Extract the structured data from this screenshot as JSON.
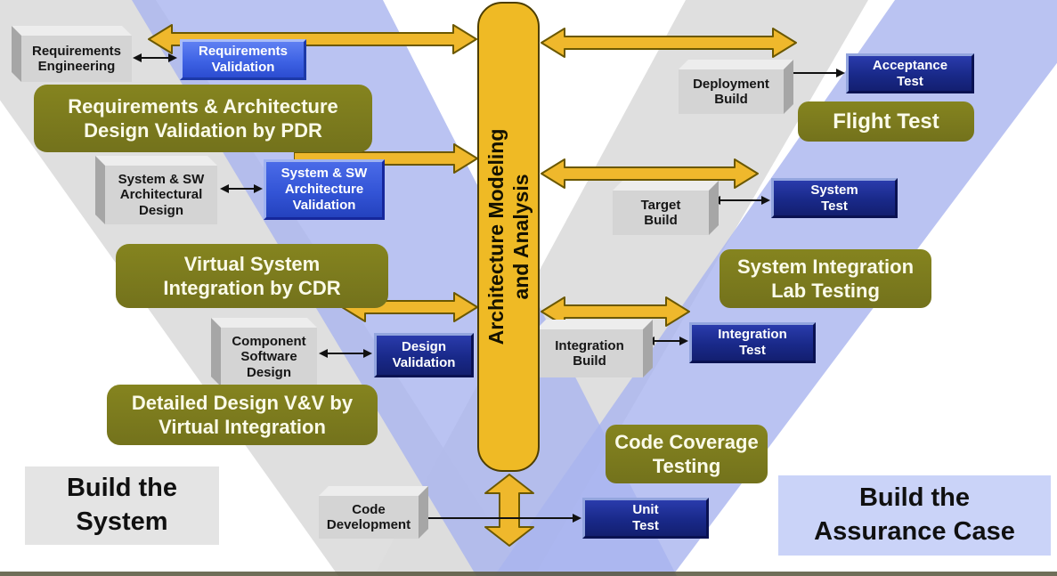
{
  "diagram": {
    "type": "v-model-lifecycle",
    "colors": {
      "gold_arrow": "#EFB82C",
      "olive_box": "#7B7A1E",
      "navy_box": "#1B2A94",
      "royal_blue_box": "#3E63E6",
      "gray_band": "#DCDCDC",
      "blue_band": "#A9B4EF",
      "gray_box": "#D4D4D4"
    },
    "center_bar": {
      "lines": [
        "Architecture Modeling",
        "and Analysis"
      ]
    },
    "corner_labels": {
      "left": {
        "lines": [
          "Build the",
          "System"
        ]
      },
      "right": {
        "lines": [
          "Build the",
          "Assurance Case"
        ]
      }
    },
    "gray_boxes": [
      {
        "id": "requirements-engineering",
        "lines": [
          "Requirements",
          "Engineering"
        ]
      },
      {
        "id": "system-sw-architectural-design",
        "lines": [
          "System & SW",
          "Architectural",
          "Design"
        ]
      },
      {
        "id": "component-software-design",
        "lines": [
          "Component",
          "Software",
          "Design"
        ]
      },
      {
        "id": "code-development",
        "lines": [
          "Code",
          "Development"
        ]
      },
      {
        "id": "deployment-build",
        "lines": [
          "Deployment",
          "Build"
        ]
      },
      {
        "id": "target-build",
        "lines": [
          "Target",
          "Build"
        ]
      },
      {
        "id": "integration-build",
        "lines": [
          "Integration",
          "Build"
        ]
      }
    ],
    "blue_boxes": [
      {
        "id": "requirements-validation",
        "lines": [
          "Requirements",
          "Validation"
        ]
      },
      {
        "id": "system-sw-architecture-validation",
        "lines": [
          "System & SW",
          "Architecture",
          "Validation"
        ]
      },
      {
        "id": "design-validation",
        "lines": [
          "Design",
          "Validation"
        ]
      },
      {
        "id": "unit-test",
        "lines": [
          "Unit",
          "Test"
        ]
      },
      {
        "id": "integration-test",
        "lines": [
          "Integration",
          "Test"
        ]
      },
      {
        "id": "system-test",
        "lines": [
          "System",
          "Test"
        ]
      },
      {
        "id": "acceptance-test",
        "lines": [
          "Acceptance",
          "Test"
        ]
      }
    ],
    "olive_boxes": [
      {
        "id": "pdr-validation",
        "lines": [
          "Requirements & Architecture",
          "Design Validation by PDR"
        ]
      },
      {
        "id": "cdr-integration",
        "lines": [
          "Virtual System",
          "Integration by CDR"
        ]
      },
      {
        "id": "detailed-design",
        "lines": [
          "Detailed Design V&V by",
          "Virtual Integration"
        ]
      },
      {
        "id": "flight-test",
        "lines": [
          "Flight Test"
        ]
      },
      {
        "id": "sil-testing",
        "lines": [
          "System Integration",
          "Lab Testing"
        ]
      },
      {
        "id": "code-coverage",
        "lines": [
          "Code Coverage",
          "Testing"
        ]
      }
    ]
  }
}
